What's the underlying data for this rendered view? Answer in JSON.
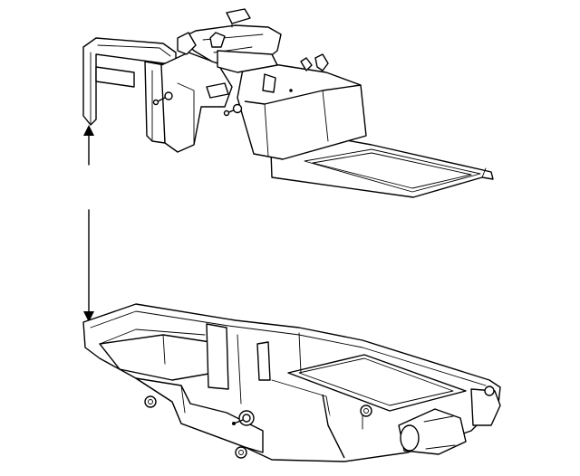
{
  "diagram": {
    "kind": "exploded-assembly-line-drawing",
    "parts": [
      "upper-housing",
      "lower-housing"
    ],
    "stroke_color": "#000000",
    "background_color": "#ffffff"
  }
}
